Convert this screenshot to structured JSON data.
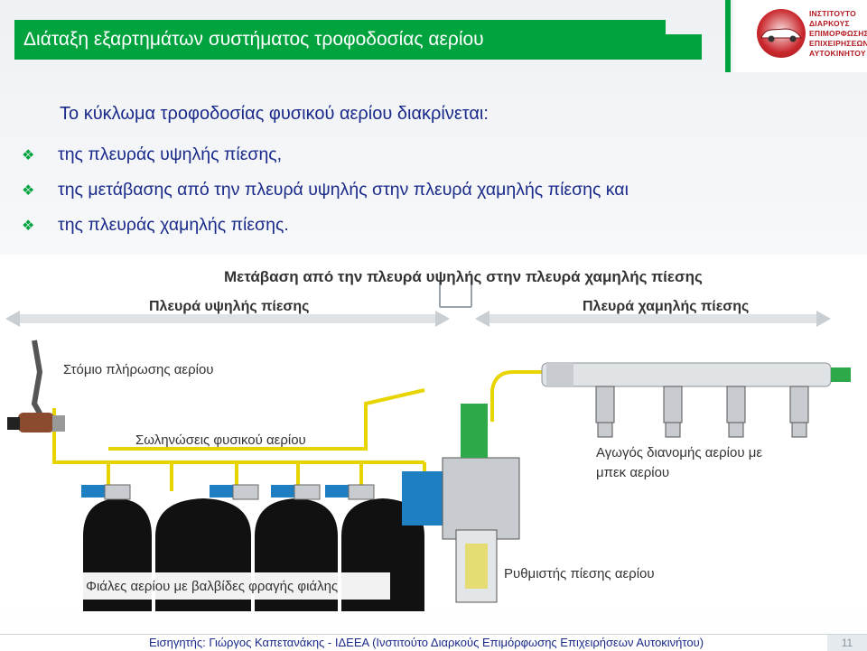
{
  "title": "Διάταξη εξαρτημάτων συστήματος τροφοδοσίας αερίου",
  "logo": {
    "lines": [
      "ΙΝΣΤΙΤΟΥΤΟ",
      "ΔΙΑΡΚΟΥΣ",
      "ΕΠΙΜΟΡΦΩΣΗΣ",
      "ΕΠΙΧΕΙΡΗΣΕΩΝ",
      "ΑΥΤΟΚΙΝΗΤΟΥ"
    ]
  },
  "heading": "Το κύκλωμα τροφοδοσίας φυσικού αερίου διακρίνεται:",
  "bullets": [
    "της πλευράς υψηλής πίεσης,",
    "της μετάβασης από την πλευρά υψηλής στην πλευρά χαμηλής πίεσης και",
    "της πλευράς χαμηλής πίεσης."
  ],
  "diagram": {
    "transition_label": "Μετάβαση από την πλευρά υψηλής στην πλευρά χαμηλής πίεσης",
    "high_side_label": "Πλευρά υψηλής πίεσης",
    "low_side_label": "Πλευρά χαμηλής πίεσης",
    "filler_label": "Στόμιο πλήρωσης αερίου",
    "pipes_label": "Σωληνώσεις φυσικού αερίου",
    "rail_label_line1": "Αγωγός διανομής αερίου με",
    "rail_label_line2": "μπεκ αερίου",
    "regulator_label": "Ρυθμιστής πίεσης αερίου",
    "cylinders_label": "Φιάλες αερίου με βαλβίδες φραγής φιάλης",
    "colors": {
      "pipe": "#e8d400",
      "cylinder": "#111111",
      "valve_blue": "#1e7fc2",
      "regulator_green": "#2ea94a"
    }
  },
  "footer": {
    "text": "Εισηγητής: Γιώργος Καπετανάκης - ΙΔΕΕΑ (Ινστιτούτο Διαρκούς Επιμόρφωσης Επιχειρήσεων Αυτοκινήτου)",
    "page": "11"
  }
}
